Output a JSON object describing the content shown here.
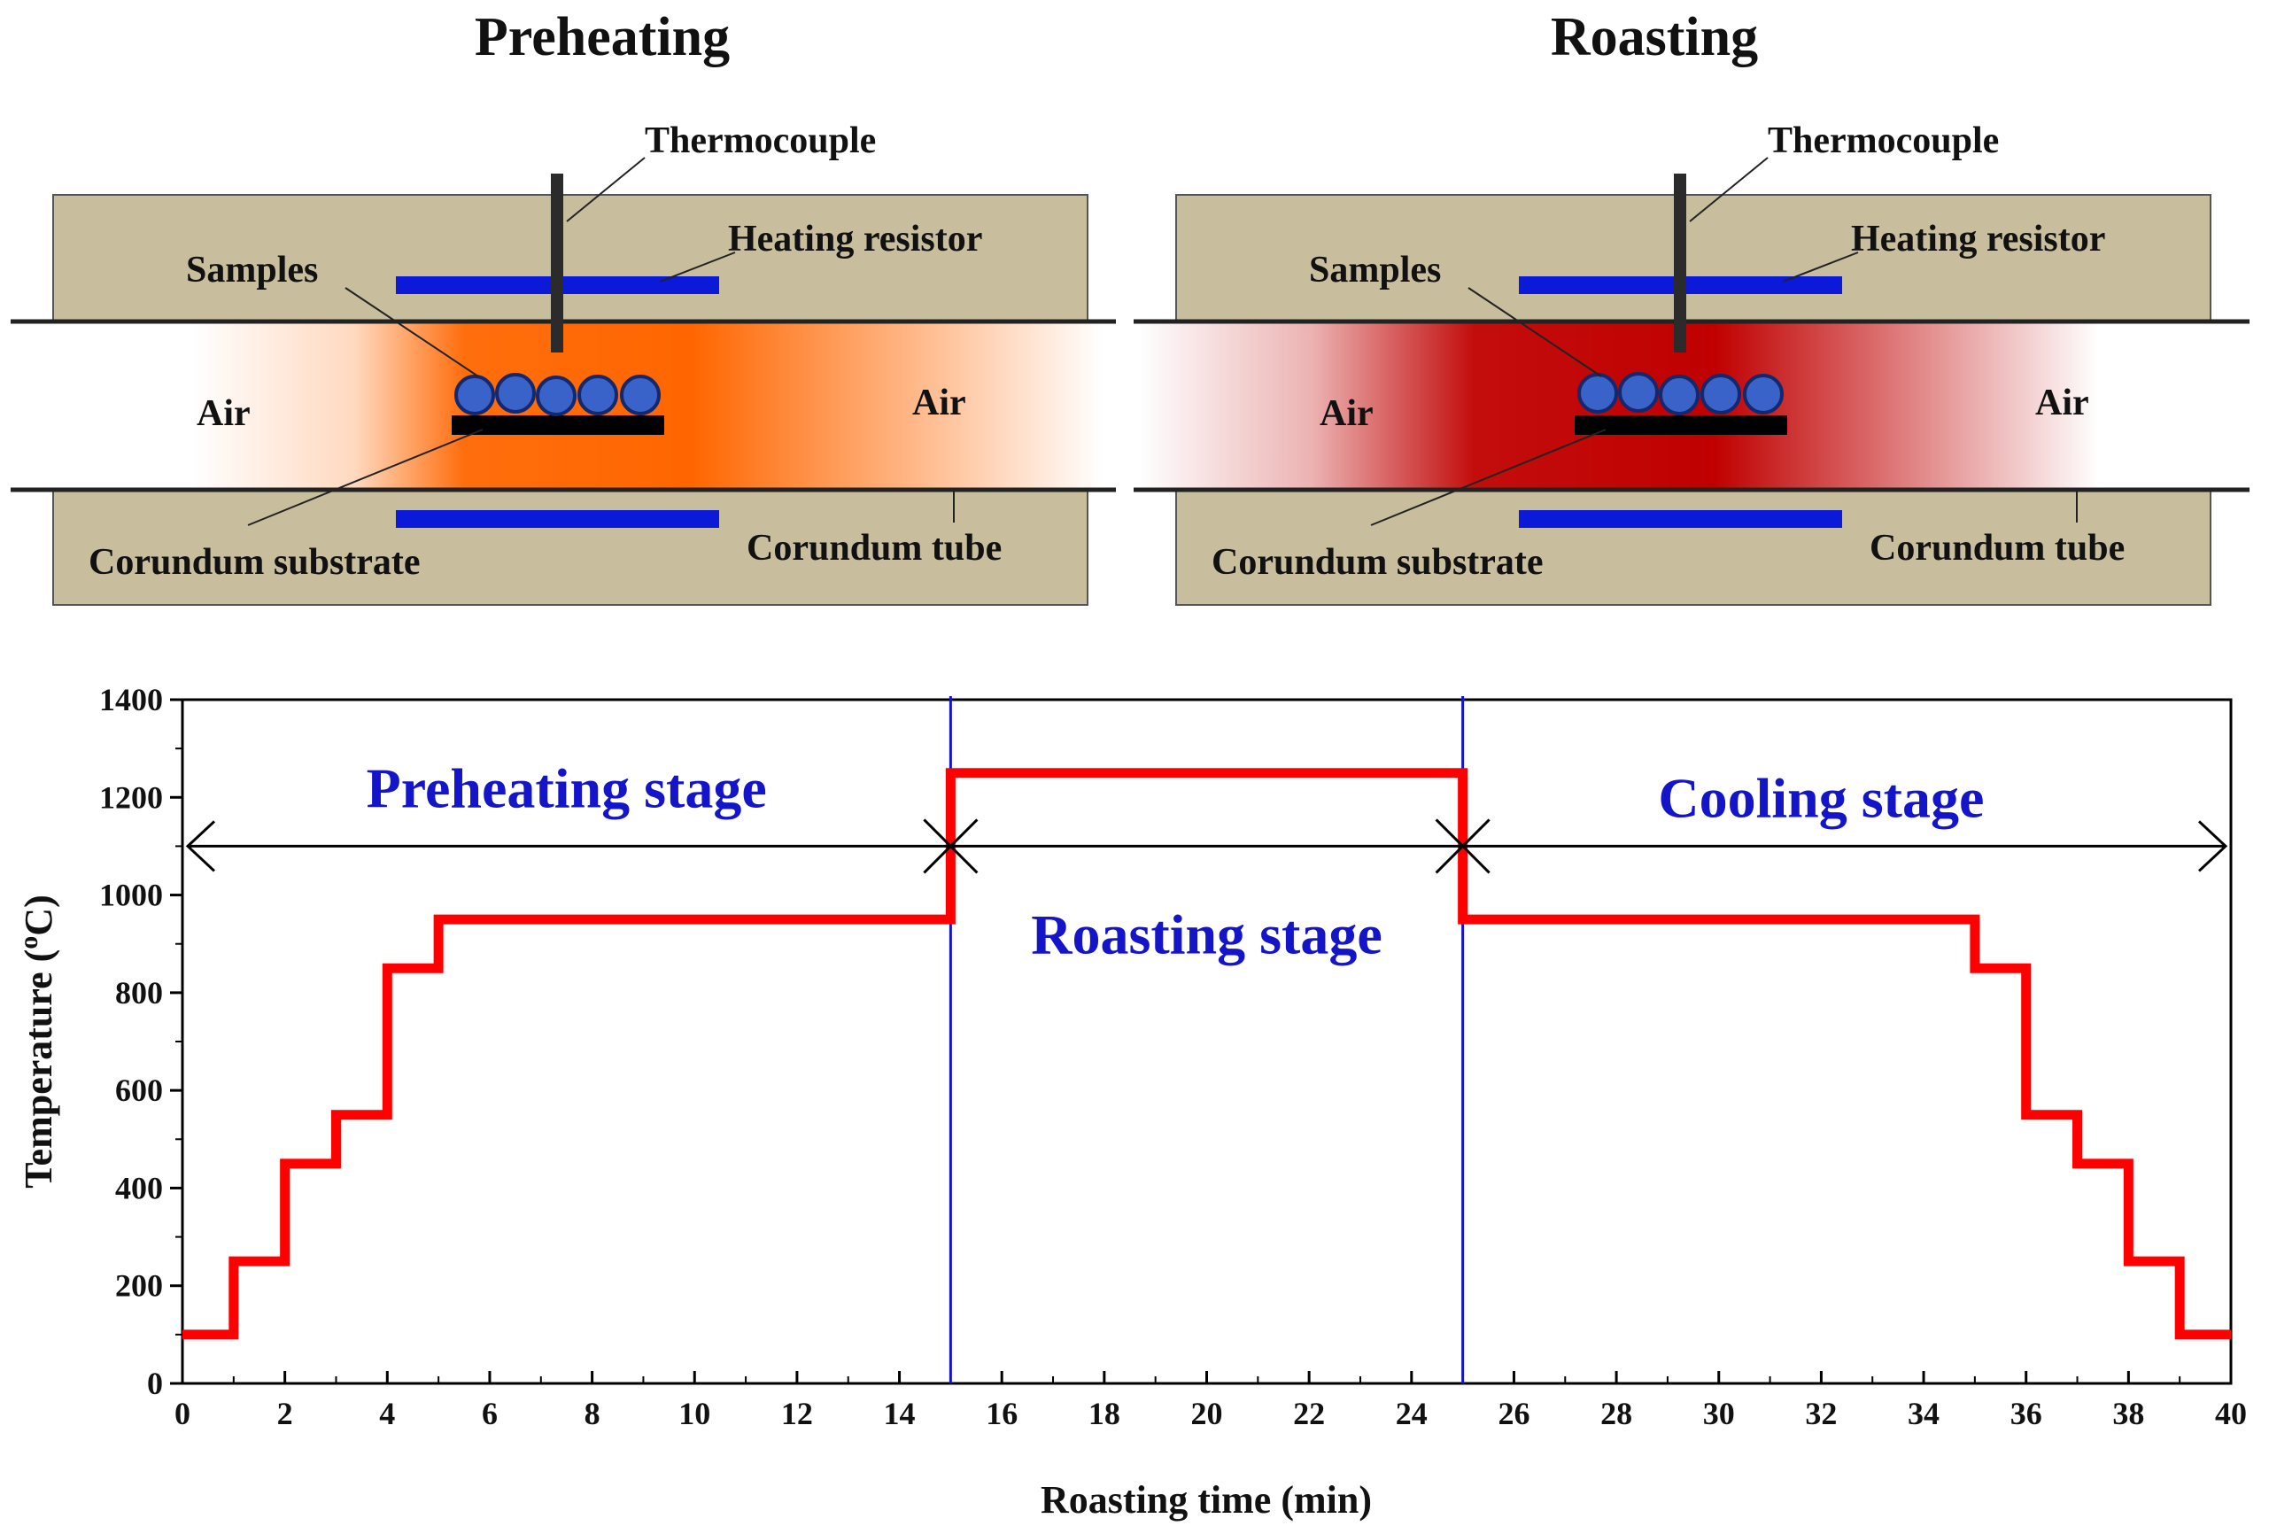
{
  "diagram": {
    "panels": [
      {
        "id": "preheating",
        "title": "Preheating",
        "labels": {
          "thermocouple": "Thermocouple",
          "heating_resistor": "Heating resistor",
          "samples": "Samples",
          "air_left": "Air",
          "air_right": "Air",
          "substrate": "Corundum substrate",
          "tube": "Corundum tube"
        },
        "glow_color": "#ff6600"
      },
      {
        "id": "roasting",
        "title": "Roasting",
        "labels": {
          "thermocouple": "Thermocouple",
          "heating_resistor": "Heating resistor",
          "samples": "Samples",
          "air_left": "Air",
          "air_right": "Air",
          "substrate": "Corundum substrate",
          "tube": "Corundum tube"
        },
        "glow_color": "#c00000"
      }
    ],
    "colors": {
      "furnace": "#c8bd9c",
      "resistor": "#0a1ad8",
      "sample": "#3a63c9",
      "sample_edge": "#14286e",
      "substrate": "#000000"
    }
  },
  "chart_data": {
    "type": "line",
    "xlabel": "Roasting time (min)",
    "ylabel": "Temperature (",
    "ylabel_sup": "o",
    "ylabel_unit": "C)",
    "xlim": [
      0,
      40
    ],
    "ylim": [
      0,
      1400
    ],
    "xticks": [
      0,
      2,
      4,
      6,
      8,
      10,
      12,
      14,
      16,
      18,
      20,
      22,
      24,
      26,
      28,
      30,
      32,
      34,
      36,
      38,
      40
    ],
    "yticks": [
      0,
      200,
      400,
      600,
      800,
      1000,
      1200,
      1400
    ],
    "series": [
      {
        "color": "#ff0000",
        "step": true,
        "x": [
          0,
          1,
          2,
          3,
          4,
          5,
          15,
          25,
          35,
          36,
          37,
          38,
          39,
          40
        ],
        "y": [
          100,
          250,
          450,
          550,
          850,
          950,
          1250,
          950,
          850,
          550,
          450,
          250,
          100,
          100
        ]
      }
    ],
    "stage_boundaries": [
      15,
      25
    ],
    "stage_arrow_y": 1100,
    "stages": [
      {
        "label": "Preheating stage",
        "x": 7.5,
        "y": 1220
      },
      {
        "label": "Roasting stage",
        "x": 20,
        "y": 920
      },
      {
        "label": "Cooling stage",
        "x": 32,
        "y": 1200
      }
    ],
    "grid": false,
    "legend": "none"
  }
}
